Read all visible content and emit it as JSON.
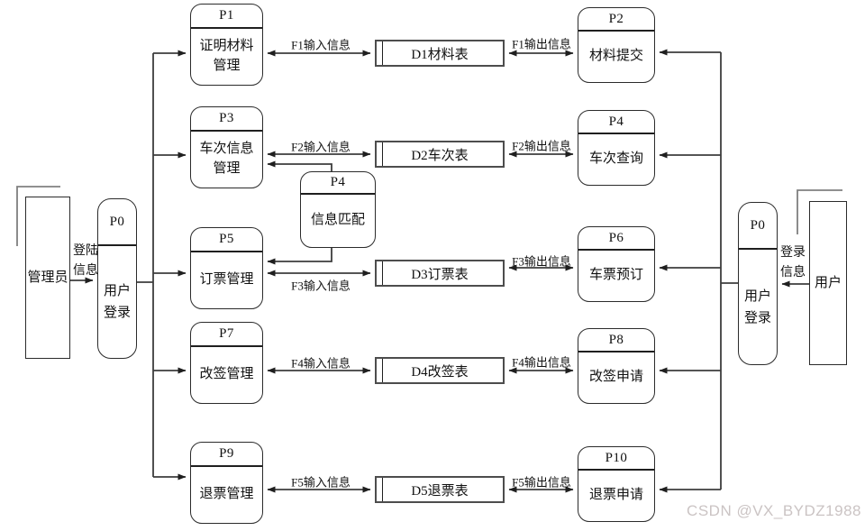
{
  "entities": {
    "admin": {
      "label": "管理员"
    },
    "user": {
      "label": "用户"
    }
  },
  "login_processes": {
    "left": {
      "id": "P0",
      "label": "用户登录"
    },
    "right": {
      "id": "P0",
      "label": "用户登录"
    }
  },
  "edge_labels": {
    "admin_login": "登陆信息",
    "user_login": "登录信息"
  },
  "left_processes": [
    {
      "id": "P1",
      "label": "证明材料管理"
    },
    {
      "id": "P3",
      "label": "车次信息管理"
    },
    {
      "id": "P5",
      "label": "订票管理"
    },
    {
      "id": "P7",
      "label": "改签管理"
    },
    {
      "id": "P9",
      "label": "退票管理"
    }
  ],
  "matcher_process": {
    "id": "P4",
    "label": "信息匹配"
  },
  "data_stores": [
    {
      "label": "D1材料表"
    },
    {
      "label": "D2车次表"
    },
    {
      "label": "D3订票表"
    },
    {
      "label": "D4改签表"
    },
    {
      "label": "D5退票表"
    }
  ],
  "right_processes": [
    {
      "id": "P2",
      "label": "材料提交"
    },
    {
      "id": "P4",
      "label": "车次查询"
    },
    {
      "id": "P6",
      "label": "车票预订"
    },
    {
      "id": "P8",
      "label": "改签申请"
    },
    {
      "id": "P10",
      "label": "退票申请"
    }
  ],
  "flow_labels": {
    "f1_in": "F1输入信息",
    "f1_out": "F1输出信息",
    "f2_in": "F2输入信息",
    "f2_out": "F2输出信息",
    "f3_in": "F3输入信息",
    "f3_out": "F3输出信息",
    "f4_in": "F4输入信息",
    "f4_out": "F4输出信息",
    "f5_in": "F5输入信息",
    "f5_out": "F5输出信息"
  },
  "watermark": "CSDN @VX_BYDZ1988",
  "colors": {
    "line": "#3d3d3d",
    "box_border": "#2b2b2b",
    "store_border": "#4d4d4d",
    "bracket": "#808080",
    "watermark": "#cbc4c4",
    "background": "#ffffff"
  }
}
